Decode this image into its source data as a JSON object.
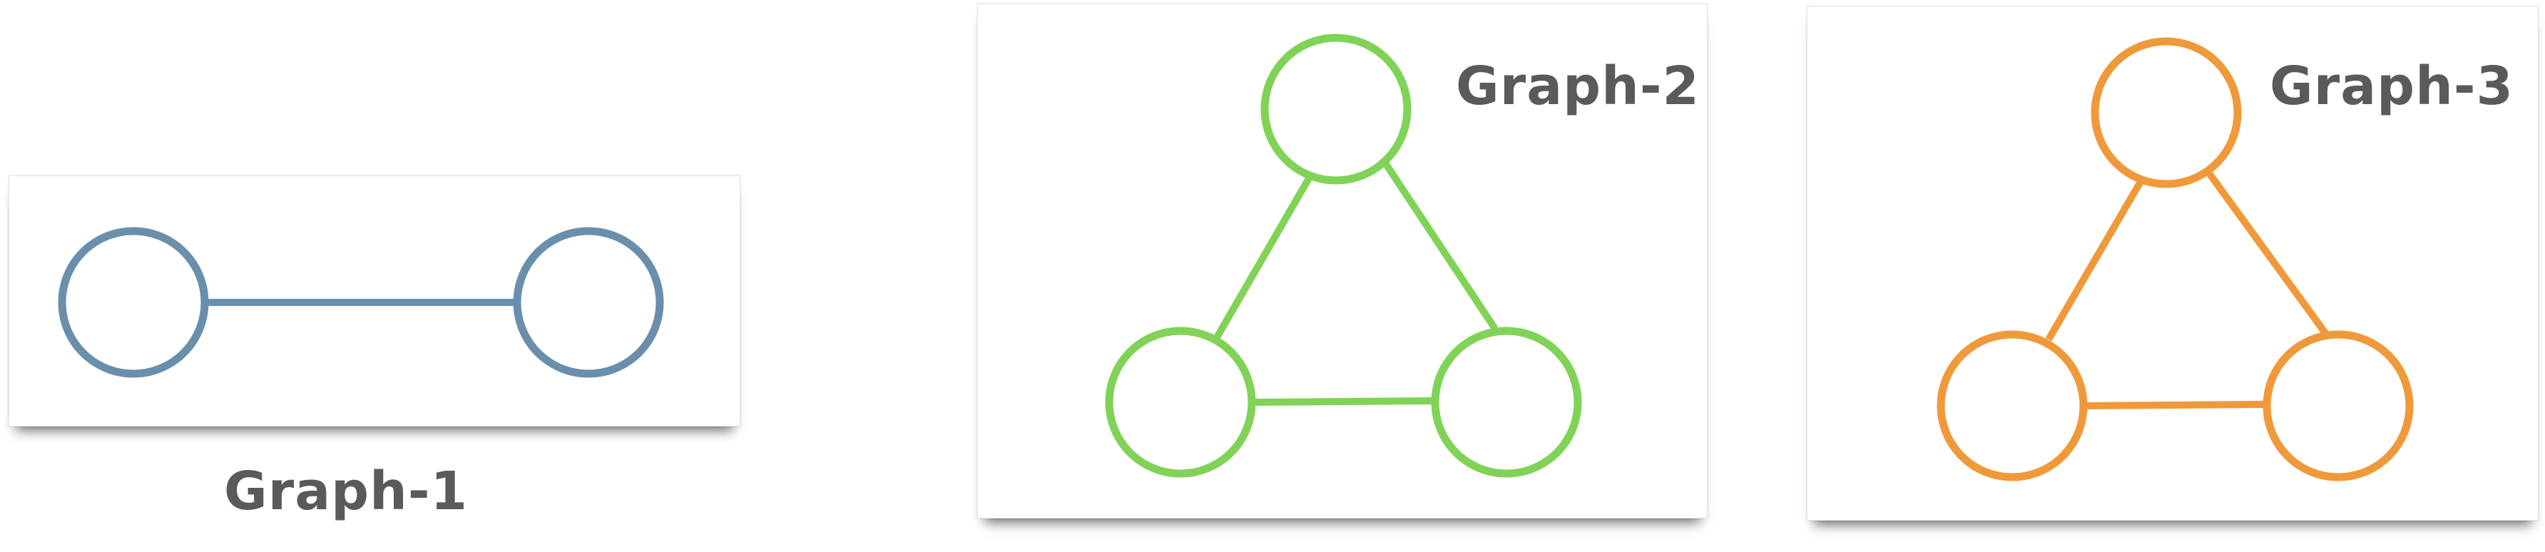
{
  "graphs": [
    {
      "label": "Graph-1",
      "color": "#6a8fad",
      "node_count": 2,
      "edges": [
        [
          0,
          1
        ]
      ]
    },
    {
      "label": "Graph-2",
      "color": "#80d356",
      "node_count": 3,
      "edges": [
        [
          0,
          1
        ],
        [
          0,
          2
        ],
        [
          1,
          2
        ]
      ]
    },
    {
      "label": "Graph-3",
      "color": "#f0993a",
      "node_count": 3,
      "edges": [
        [
          0,
          1
        ],
        [
          0,
          2
        ],
        [
          1,
          2
        ]
      ]
    }
  ]
}
